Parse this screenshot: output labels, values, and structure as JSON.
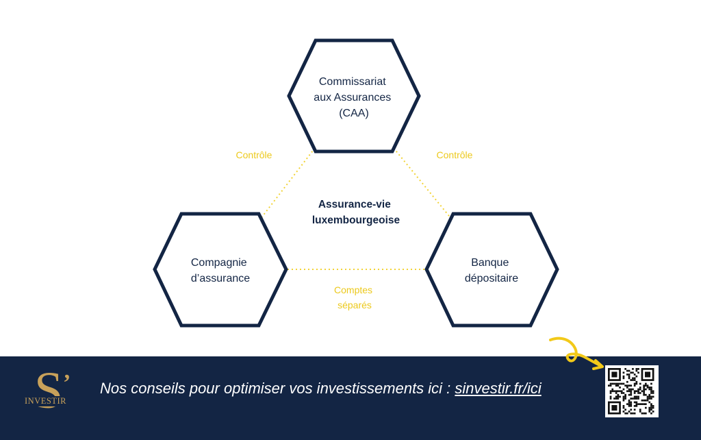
{
  "diagram": {
    "nodes": [
      {
        "id": "caa",
        "lines": [
          "Commissariat",
          "aux Assurances",
          "(CAA)"
        ]
      },
      {
        "id": "compagnie",
        "lines": [
          "Compagnie",
          "d’assurance"
        ]
      },
      {
        "id": "banque",
        "lines": [
          "Banque",
          "dépositaire"
        ]
      }
    ],
    "center": {
      "lines": [
        "Assurance-vie",
        "luxembourgeoise"
      ]
    },
    "links": [
      {
        "id": "caa-compagnie",
        "lines": [
          "Contrôle"
        ]
      },
      {
        "id": "caa-banque",
        "lines": [
          "Contrôle"
        ]
      },
      {
        "id": "compagnie-banque",
        "lines": [
          "Comptes",
          "séparés"
        ]
      }
    ],
    "colors": {
      "hex_border": "#132544",
      "link": "#f2d335",
      "label": "#ecc91c",
      "text": "#132544"
    }
  },
  "footer": {
    "logo": {
      "letter": "S",
      "apostrophe": "’",
      "word": "INVESTIR"
    },
    "cta_text": "Nos conseils pour optimiser vos investissements ici : ",
    "cta_link": "sinvestir.fr/ici",
    "qr_icon": "qr-code-icon",
    "arrow_icon": "curly-arrow-icon",
    "colors": {
      "background": "#132544",
      "logo": "#c8a15a",
      "arrow": "#f2c919"
    }
  }
}
